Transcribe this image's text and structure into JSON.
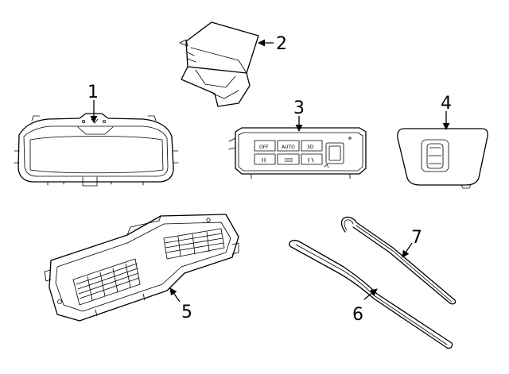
{
  "callouts": {
    "p1": "1",
    "p2": "2",
    "p3": "3",
    "p4": "4",
    "p5": "5",
    "p6": "6",
    "p7": "7"
  },
  "control_panel_buttons": {
    "off": "OFF",
    "auto": "AUTO",
    "three_d": "3D"
  }
}
